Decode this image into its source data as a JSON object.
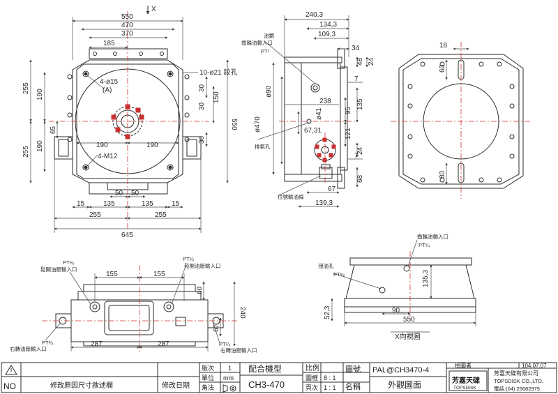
{
  "colors": {
    "line": "#2a2a2a",
    "dim": "#4a4a4a",
    "center": "#d03030",
    "paper": "#ffffff"
  },
  "front_view": {
    "axis_label": "X",
    "dims_top": [
      "550",
      "470",
      "370",
      "185"
    ],
    "dims_left": [
      "255",
      "190",
      "190",
      "255",
      "65"
    ],
    "dims_right": [
      "30",
      "30",
      "150",
      "550",
      "30"
    ],
    "dims_bottom": [
      "50",
      "50",
      "15",
      "135",
      "135",
      "15",
      "255",
      "255",
      "645"
    ],
    "inner_dims": [
      "190",
      "190"
    ],
    "callout_holes": "4-ø15",
    "callout_a": "(A)",
    "callout_thread": "4-M12",
    "callout_reamed": "10-ø21 鉸孔"
  },
  "side_view": {
    "dims_top": [
      "240,3",
      "134,3",
      "109,3",
      "34",
      "48",
      "24",
      "7"
    ],
    "dims_right": [
      "135",
      "95",
      "121",
      "24",
      "7",
      "68",
      "67"
    ],
    "dims_mid": [
      "ø90",
      "ø470",
      "238",
      "ø41",
      "67,31"
    ],
    "dim_bottom": "139,3",
    "label_oil": "油鏡",
    "label_brake_oil": "齒輪油輸入口",
    "label_pt1": "PT¹",
    "label_drain": "排氣孔",
    "label_lube": "位號輸油線"
  },
  "rear_view": {
    "dims": [
      "18",
      "60",
      "80"
    ]
  },
  "bottom_view": {
    "dims_top": [
      "155",
      "155"
    ],
    "dims_right": [
      "60",
      "240",
      "67"
    ],
    "dims_bottom": [
      "287",
      "287"
    ],
    "label_pt_left": "PT¹⁄₈",
    "label_clamp_left": "鬆開油壓輸入口",
    "label_pt_right": "PT¹⁄₈",
    "label_clamp_right": "鬆開油壓輸入口",
    "label_pt_bl": "PT¹⁄₈",
    "label_rot_left": "右轉油壓輸入口",
    "label_pt_br": "PT¹⁄₈",
    "label_rot_right": "右轉油壓輸入口"
  },
  "x_view": {
    "title": "X向視圖",
    "label_oil": "齒輪油輸入口",
    "label_pt": "PT¹⁄₄",
    "label_air": "洩油孔",
    "label_pt2": "PT¹⁄₈",
    "dims": [
      "135,3",
      "52,3",
      "90",
      "550"
    ]
  },
  "title_block": {
    "no_label": "NO",
    "revision_reason": "修改原因尺寸敘述欄",
    "revision_date": "修改日期",
    "version_label": "版次",
    "version_value": "1",
    "unit_label": "單位",
    "unit_value": "mm",
    "projection_label": "角法",
    "matching_label": "配合機型",
    "matching_value": "CH3-470",
    "scale_label": "比例",
    "scale_value1": "8 : 1",
    "scale_value2": "1 : 1",
    "drawing_no_label": "圖號",
    "drawing_no_value": "PAL@CH3470-4",
    "frame_label": "圖框",
    "page_label": "頁次",
    "name_label": "名稱",
    "name_value": "外觀圖面",
    "checker_label": "檢圖者",
    "date_value": "104.07.07",
    "company_zh": "芳嘉天碟有限公司",
    "company_en": "TOPSDISK CO.,LTD.",
    "company_phone": "電話:(04) 25682975",
    "logo_text": "芳嘉天碟",
    "logo_sub": "TOPSDISK"
  }
}
